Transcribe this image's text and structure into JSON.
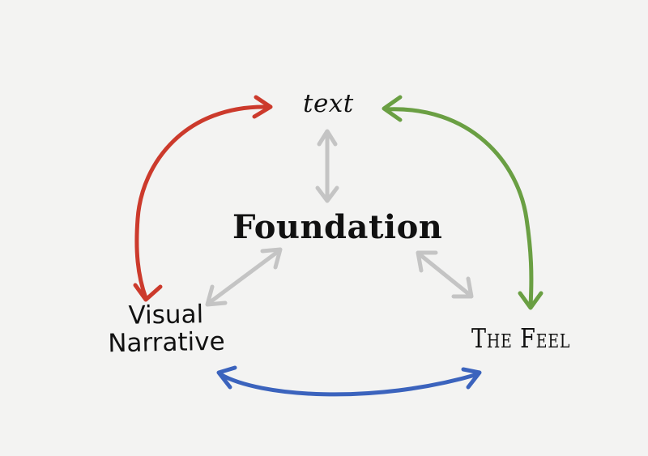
{
  "nodes": {
    "text": "text",
    "foundation": "Foundation",
    "visual_narrative_line1": "Visual",
    "visual_narrative_line2": "Narrative",
    "the_feel": "The Feel"
  },
  "colors": {
    "background": "#f3f3f2",
    "red_arrow": "#cc3a2c",
    "green_arrow": "#6a9f43",
    "blue_arrow": "#3b63bd",
    "gray_arrow": "#c4c4c4",
    "text": "#111111"
  }
}
